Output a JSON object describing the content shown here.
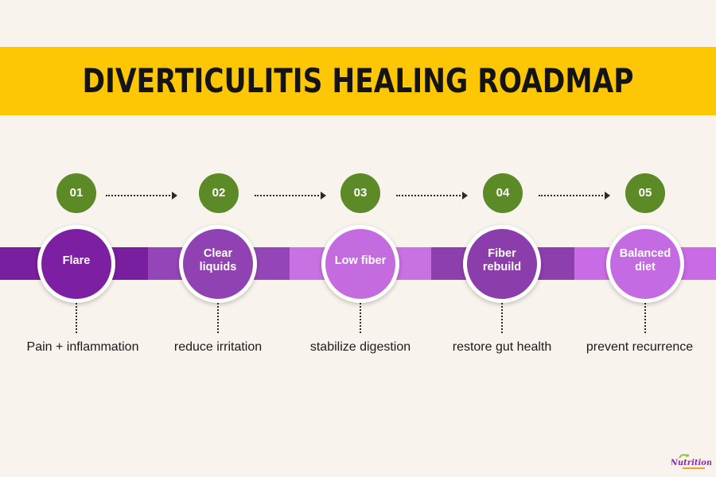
{
  "title": "DIVERTICULITIS HEALING ROADMAP",
  "colors": {
    "background": "#f8f3ec",
    "banner": "#fdc706",
    "step_number": "#5b8a26",
    "band_segments": [
      "#7a1ea0",
      "#9446b8",
      "#c771e2",
      "#8e3fae",
      "#c96be4"
    ]
  },
  "steps": [
    {
      "number": "01",
      "label": "Flare",
      "description": "Pain + inflammation",
      "color": "#7d1fa3"
    },
    {
      "number": "02",
      "label": "Clear liquids",
      "description": "reduce irritation",
      "color": "#9042b3"
    },
    {
      "number": "03",
      "label": "Low fiber",
      "description": "stabilize digestion",
      "color": "#c46be0"
    },
    {
      "number": "04",
      "label": "Fiber rebuild",
      "description": "restore gut health",
      "color": "#8b3dab"
    },
    {
      "number": "05",
      "label": "Balanced diet",
      "description": "prevent recurrence",
      "color": "#c46ae2"
    }
  ],
  "logo_text": "Nutrition"
}
